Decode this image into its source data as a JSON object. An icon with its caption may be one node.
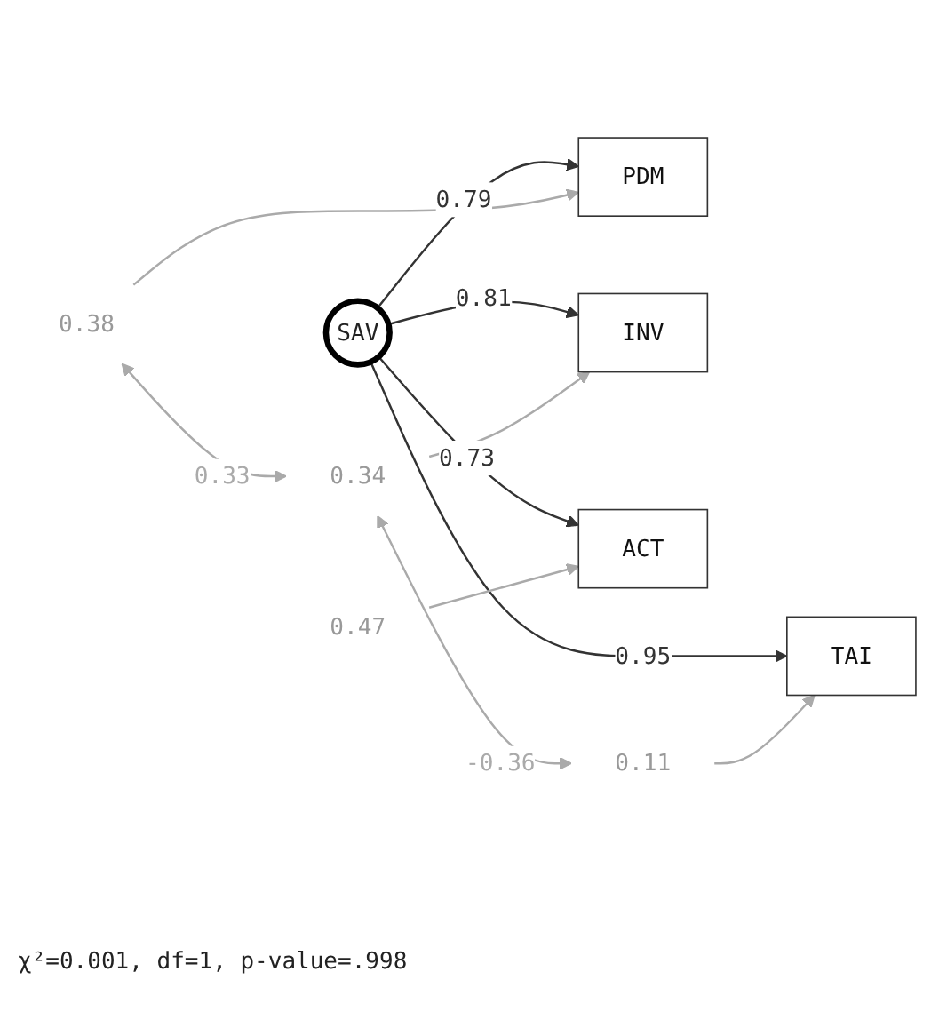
{
  "diagram": {
    "nodes": [
      {
        "text": [
          "SAV"
        ]
      },
      {
        "text": [
          "PDM"
        ]
      },
      {
        "text": [
          "INV"
        ]
      },
      {
        "text": [
          "TAI"
        ]
      },
      {
        "text": [
          "ACT"
        ]
      },
      {
        "text": [
          "0.38"
        ]
      },
      {
        "text": [
          "0.34"
        ]
      },
      {
        "text": [
          "0.11"
        ]
      },
      {
        "text": [
          "0.47"
        ]
      }
    ],
    "edges": [
      {
        "from": 0,
        "to": 1,
        "arrow": "to",
        "label": "0.79",
        "color": "#333333"
      },
      {
        "from": 0,
        "to": 2,
        "arrow": "to",
        "label": "0.81",
        "color": "#333333"
      },
      {
        "from": 0,
        "to": 3,
        "arrow": "to",
        "label": "0.95",
        "color": "#333333"
      },
      {
        "from": 0,
        "to": 4,
        "arrow": "to",
        "label": "0.73",
        "color": "#333333"
      },
      {
        "from": 5,
        "to": 1,
        "arrow": "to"
      },
      {
        "from": 6,
        "to": 2,
        "arrow": "to"
      },
      {
        "from": 7,
        "to": 3,
        "arrow": "to"
      },
      {
        "from": 8,
        "to": 4,
        "arrow": "to"
      },
      {
        "from": 5,
        "to": 6,
        "arrow": "both",
        "label": "0.33"
      },
      {
        "from": 6,
        "to": 7,
        "arrow": "both",
        "label": "-0.36"
      }
    ],
    "labels": [
      "χ²=0.001, df=1, p-value=.998"
    ]
  }
}
